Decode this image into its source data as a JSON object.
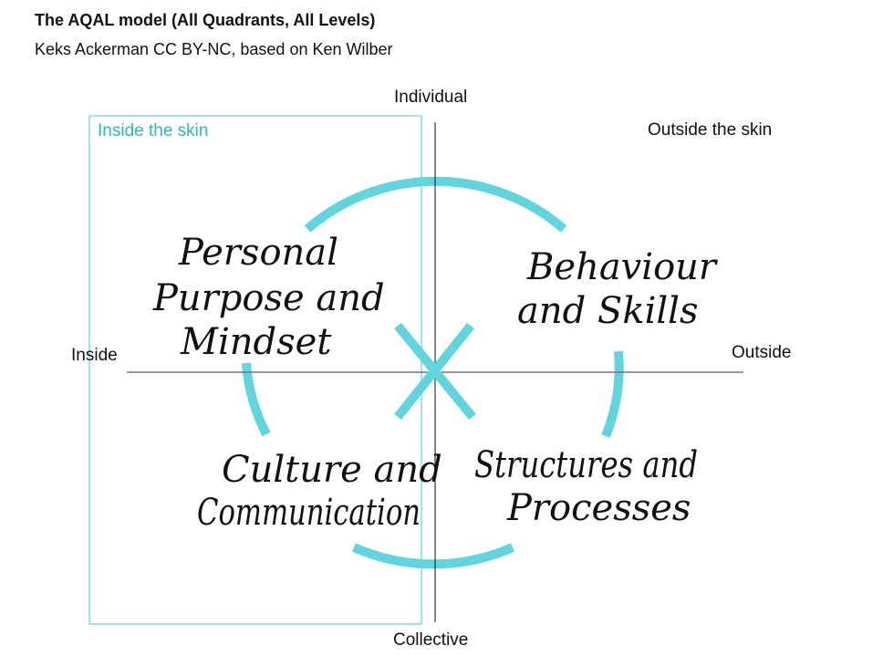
{
  "title": "The AQAL model (All Quadrants, All Levels)",
  "subtitle": "Keks Ackerman CC BY-NC, based on Ken Wilber",
  "axes": {
    "top": "Individual",
    "bottom": "Collective",
    "left": "Inside",
    "right": "Outside"
  },
  "regions": {
    "inside_skin": "Inside the skin",
    "outside_skin": "Outside the skin"
  },
  "quadrants": {
    "upper_left": [
      "Personal",
      "Purpose and",
      "Mindset"
    ],
    "upper_right": [
      "Behaviour",
      "and Skills"
    ],
    "lower_left": [
      "Culture and",
      "Communication"
    ],
    "lower_right": [
      "Structures and",
      "Processes"
    ]
  },
  "colors": {
    "accent": "#5fd6de",
    "axis": "#777777",
    "text": "#111111",
    "inside_skin": "#2bb8c0"
  }
}
